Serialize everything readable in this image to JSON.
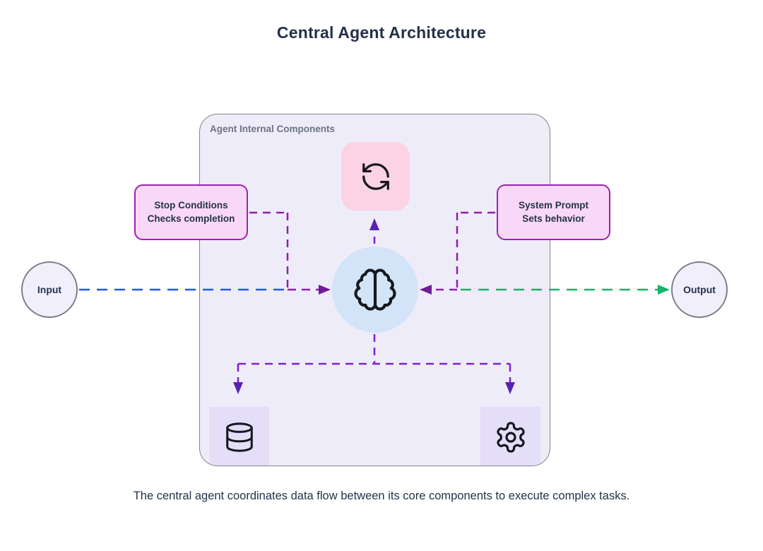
{
  "title": "Central Agent Architecture",
  "caption": "The central agent coordinates data flow between its core components to execute complex tasks.",
  "group": {
    "label": "Agent Internal Components"
  },
  "nodes": {
    "input": {
      "label": "Input"
    },
    "output": {
      "label": "Output"
    },
    "stop_conditions": {
      "line1": "Stop Conditions",
      "line2": "Checks completion"
    },
    "system_prompt": {
      "line1": "System Prompt",
      "line2": "Sets behavior"
    },
    "loop": {
      "icon": "refresh-ccw-icon"
    },
    "brain": {
      "icon": "brain-icon"
    },
    "memory": {
      "icon": "database-icon"
    },
    "tools": {
      "icon": "gear-icon"
    }
  },
  "colors": {
    "edge_blue": "#2356e8",
    "edge_green": "#17b26a",
    "edge_purple": "#8e1fa9",
    "edge_violet": "#7a22cf",
    "arrow_purple": "#6f1c96",
    "arrow_violet": "#5a21b0",
    "box_border": "#9e22ad",
    "box_fill": "#f8d8f6",
    "loop_fill": "#fbd3e3",
    "brain_fill": "#d4e4f8",
    "lavender_fill": "#e4def8",
    "group_fill": "#efecf9",
    "group_border": "#84848e",
    "text_dark": "#26324b",
    "label_gray": "#6e7380"
  }
}
